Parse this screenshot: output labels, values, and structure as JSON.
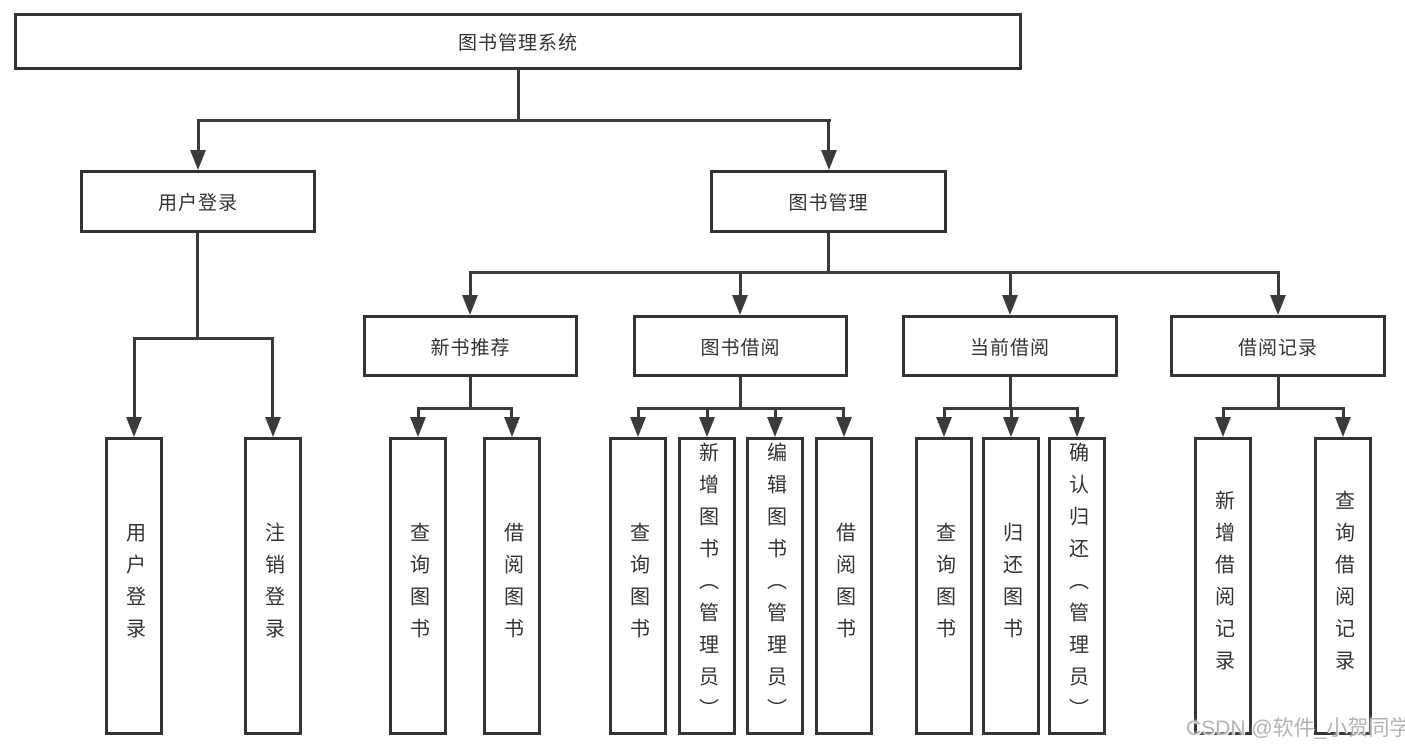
{
  "diagram": {
    "root": {
      "label": "图书管理系统",
      "children": [
        {
          "label": "用户登录",
          "children": [
            {
              "label": "用户登录"
            },
            {
              "label": "注销登录"
            }
          ]
        },
        {
          "label": "图书管理",
          "children": [
            {
              "label": "新书推荐",
              "children": [
                {
                  "label": "查询图书"
                },
                {
                  "label": "借阅图书"
                }
              ]
            },
            {
              "label": "图书借阅",
              "children": [
                {
                  "label": "查询图书"
                },
                {
                  "label": "新增图书（管理员）"
                },
                {
                  "label": "编辑图书（管理员）"
                },
                {
                  "label": "借阅图书"
                }
              ]
            },
            {
              "label": "当前借阅",
              "children": [
                {
                  "label": "查询图书"
                },
                {
                  "label": "归还图书"
                },
                {
                  "label": "确认归还（管理员）"
                }
              ]
            },
            {
              "label": "借阅记录",
              "children": [
                {
                  "label": "新增借阅记录"
                },
                {
                  "label": "查询借阅记录"
                }
              ]
            }
          ]
        }
      ]
    }
  },
  "watermark": {
    "text": "CSDN @软件_小贺同学"
  },
  "colors": {
    "line": "#3a3a3a",
    "border": "#333333",
    "text": "#333333",
    "watermark": "#b4b4b4",
    "background": "#ffffff"
  }
}
